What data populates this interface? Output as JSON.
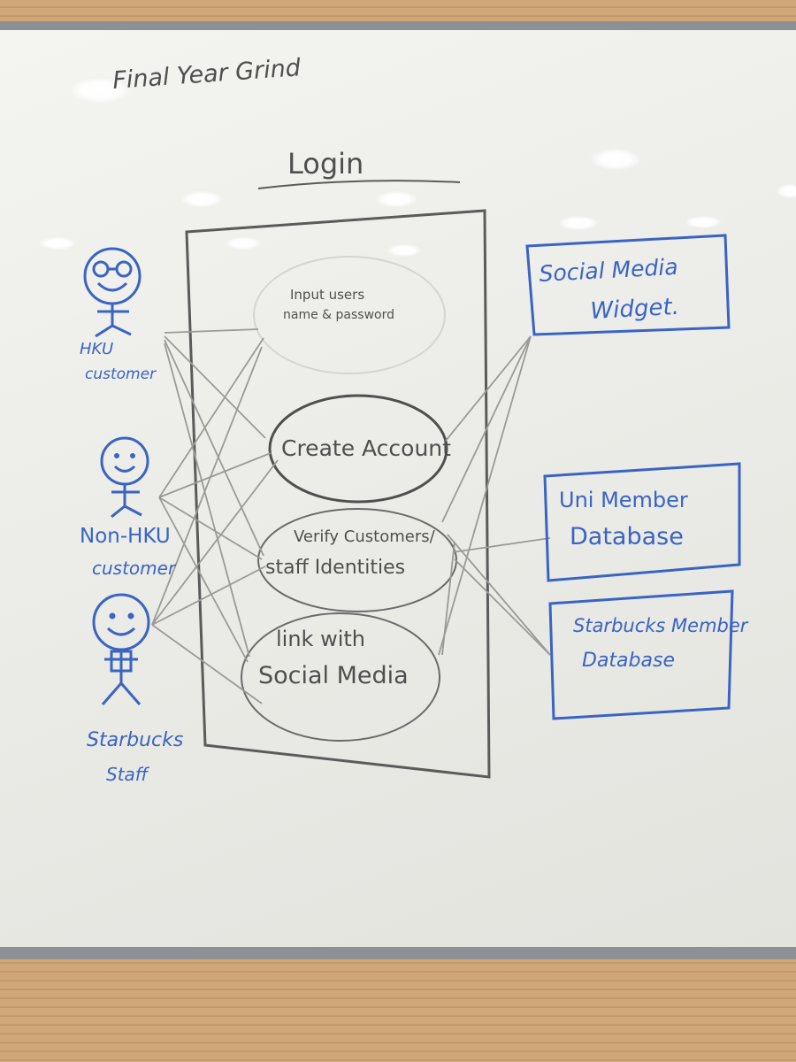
{
  "heading": "Final Year Grind",
  "system": {
    "title": "Login"
  },
  "use_cases": [
    {
      "line1": "Input users",
      "line2": "name & password"
    },
    {
      "line1": "Create Account"
    },
    {
      "line1": "Verify Customers/",
      "line2": "staff Identities"
    },
    {
      "line1": "link with",
      "line2": "Social Media"
    }
  ],
  "actors": [
    {
      "line1": "HKU",
      "line2": "customer",
      "icon": "smiling-glasses-face-icon"
    },
    {
      "line1": "Non-HKU",
      "line2": "customer",
      "icon": "smiling-face-icon"
    },
    {
      "line1": "Starbucks",
      "line2": "Staff",
      "icon": "smiling-face-icon"
    }
  ],
  "external_systems": [
    {
      "line1": "Social Media",
      "line2": "Widget."
    },
    {
      "line1": "Uni Member",
      "line2": "Database"
    },
    {
      "line1": "Starbucks Member",
      "line2": "Database"
    }
  ],
  "colors": {
    "grey_marker": "#4f4f4f",
    "blue_marker": "#3a64c2",
    "board": "#ececea",
    "frame": "#8d9094"
  }
}
